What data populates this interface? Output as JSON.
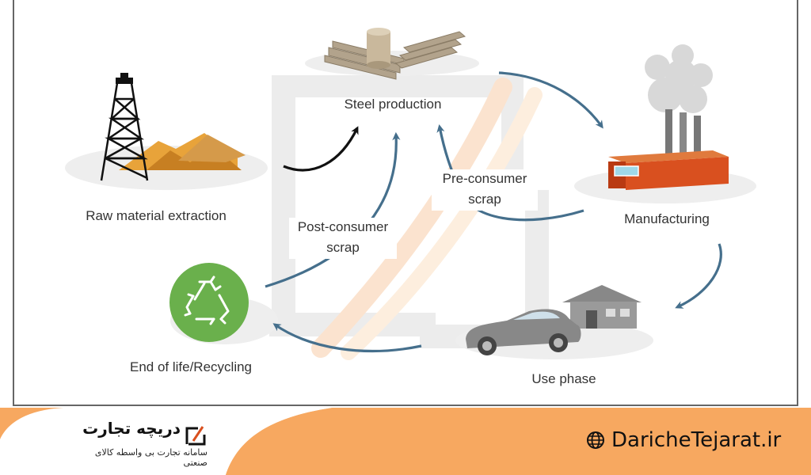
{
  "diagram": {
    "nodes": {
      "steel_production": "Steel production",
      "manufacturing": "Manufacturing",
      "use_phase": "Use phase",
      "end_of_life": "End of life/Recycling",
      "raw_material": "Raw material extraction"
    },
    "flows": {
      "post_consumer_line1": "Post-consumer",
      "post_consumer_line2": "scrap",
      "pre_consumer_line1": "Pre-consumer",
      "pre_consumer_line2": "scrap"
    },
    "colors": {
      "flow_arrow": "#456f8c",
      "extraction_arrow": "#111111",
      "recycling_circle": "#6ab04c",
      "factory": "#d9501f",
      "sand": "#e8a33a"
    }
  },
  "footer": {
    "brand_title": "دریچه تجارت",
    "brand_subtitle": "سامانه تجارت بی واسطه کالای صنعتی",
    "website": "DaricheTejarat.ir",
    "background_color": "#f7a860",
    "icons": [
      "brand-logo-icon",
      "globe-icon"
    ]
  }
}
